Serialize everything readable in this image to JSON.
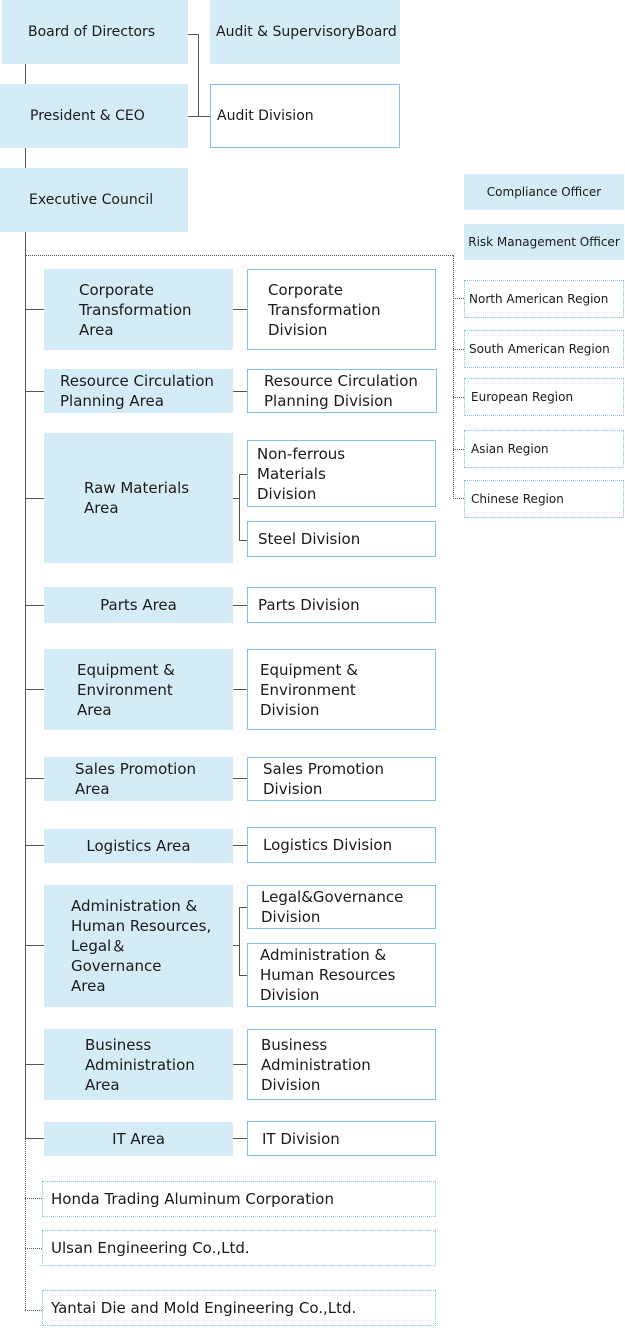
{
  "top": {
    "board": "Board of Directors",
    "audit_board": "Audit & SupervisoryBoard",
    "president": "President & CEO",
    "audit_division": "Audit Division",
    "executive_council": "Executive Council"
  },
  "officers": {
    "compliance": "Compliance Officer",
    "risk": "Risk Management Officer"
  },
  "regions": [
    "North American Region",
    "South American Region",
    "European Region",
    "Asian Region",
    "Chinese Region"
  ],
  "areas": [
    {
      "area": "Corporate\nTransformation\nArea",
      "divisions": [
        "Corporate\nTransformation\nDivision"
      ]
    },
    {
      "area": "Resource Circulation\nPlanning Area",
      "divisions": [
        "Resource Circulation\nPlanning Division"
      ]
    },
    {
      "area": "Raw Materials\nArea",
      "divisions": [
        "Non-ferrous\nMaterials\nDivision",
        "Steel Division"
      ]
    },
    {
      "area": "Parts Area",
      "divisions": [
        "Parts Division"
      ]
    },
    {
      "area": "Equipment &\nEnvironment\nArea",
      "divisions": [
        "Equipment &\nEnvironment\nDivision"
      ]
    },
    {
      "area": "Sales Promotion\nArea",
      "divisions": [
        "Sales Promotion\nDivision"
      ]
    },
    {
      "area": "Logistics Area",
      "divisions": [
        "Logistics Division"
      ]
    },
    {
      "area": "Administration &\nHuman Resources,\nLegal＆\nGovernance\nArea",
      "divisions": [
        "Legal&Governance\nDivision",
        "Administration &\nHuman Resources\nDivision"
      ]
    },
    {
      "area": "Business\nAdministration\nArea",
      "divisions": [
        "Business\nAdministration\nDivision"
      ]
    },
    {
      "area": "IT Area",
      "divisions": [
        "IT Division"
      ]
    }
  ],
  "affiliates": [
    "Honda Trading Aluminum Corporation",
    "Ulsan Engineering Co.,Ltd.",
    "Yantai Die and Mold Engineering Co.,Ltd."
  ]
}
